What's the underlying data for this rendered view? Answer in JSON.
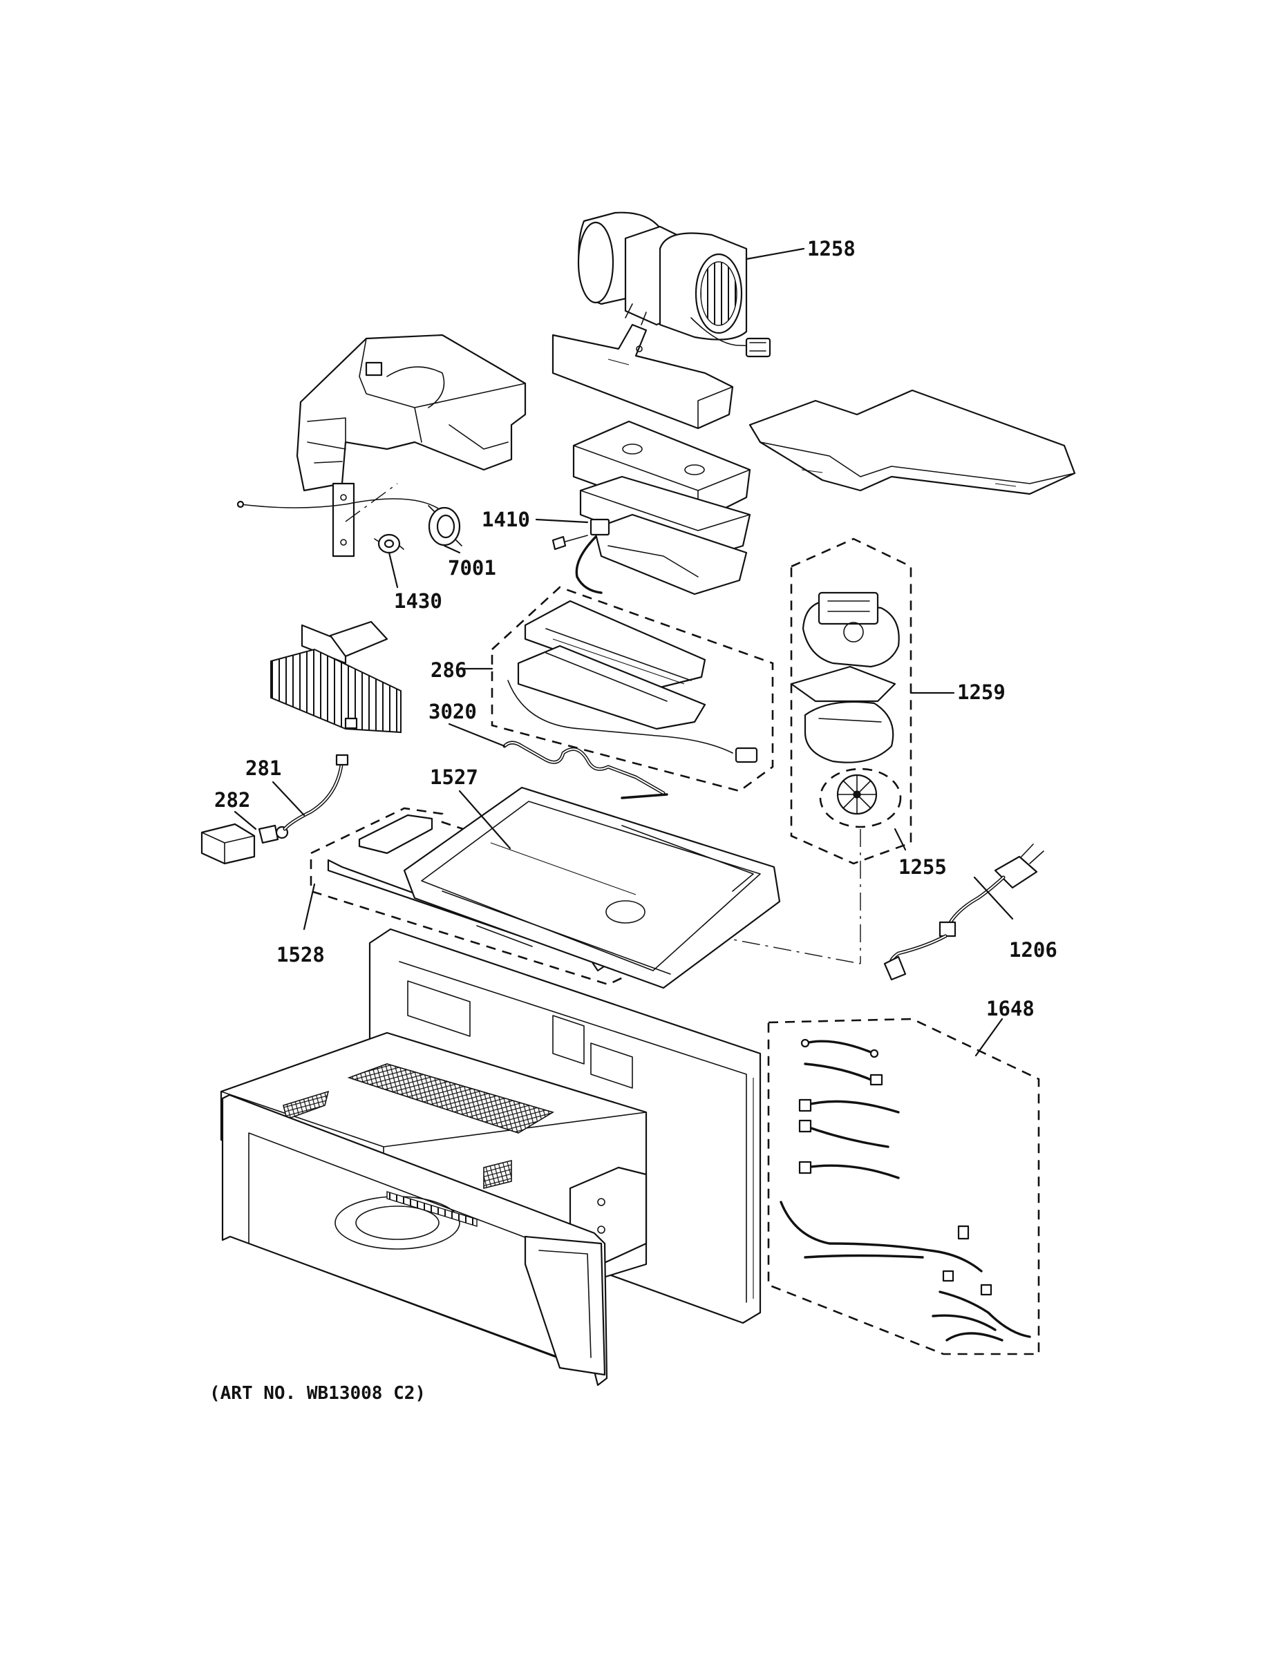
{
  "callouts": [
    {
      "id": "c1258",
      "text": "1258"
    },
    {
      "id": "c1410",
      "text": "1410"
    },
    {
      "id": "c7001",
      "text": "7001"
    },
    {
      "id": "c1430",
      "text": "1430"
    },
    {
      "id": "c286",
      "text": "286"
    },
    {
      "id": "c1259",
      "text": "1259"
    },
    {
      "id": "c3020",
      "text": "3020"
    },
    {
      "id": "c281",
      "text": "281"
    },
    {
      "id": "c1527",
      "text": "1527"
    },
    {
      "id": "c282",
      "text": "282"
    },
    {
      "id": "c1255",
      "text": "1255"
    },
    {
      "id": "c1528",
      "text": "1528"
    },
    {
      "id": "c1206",
      "text": "1206"
    },
    {
      "id": "c1648",
      "text": "1648"
    }
  ],
  "caption": "(ART NO. WB13008 C2)"
}
